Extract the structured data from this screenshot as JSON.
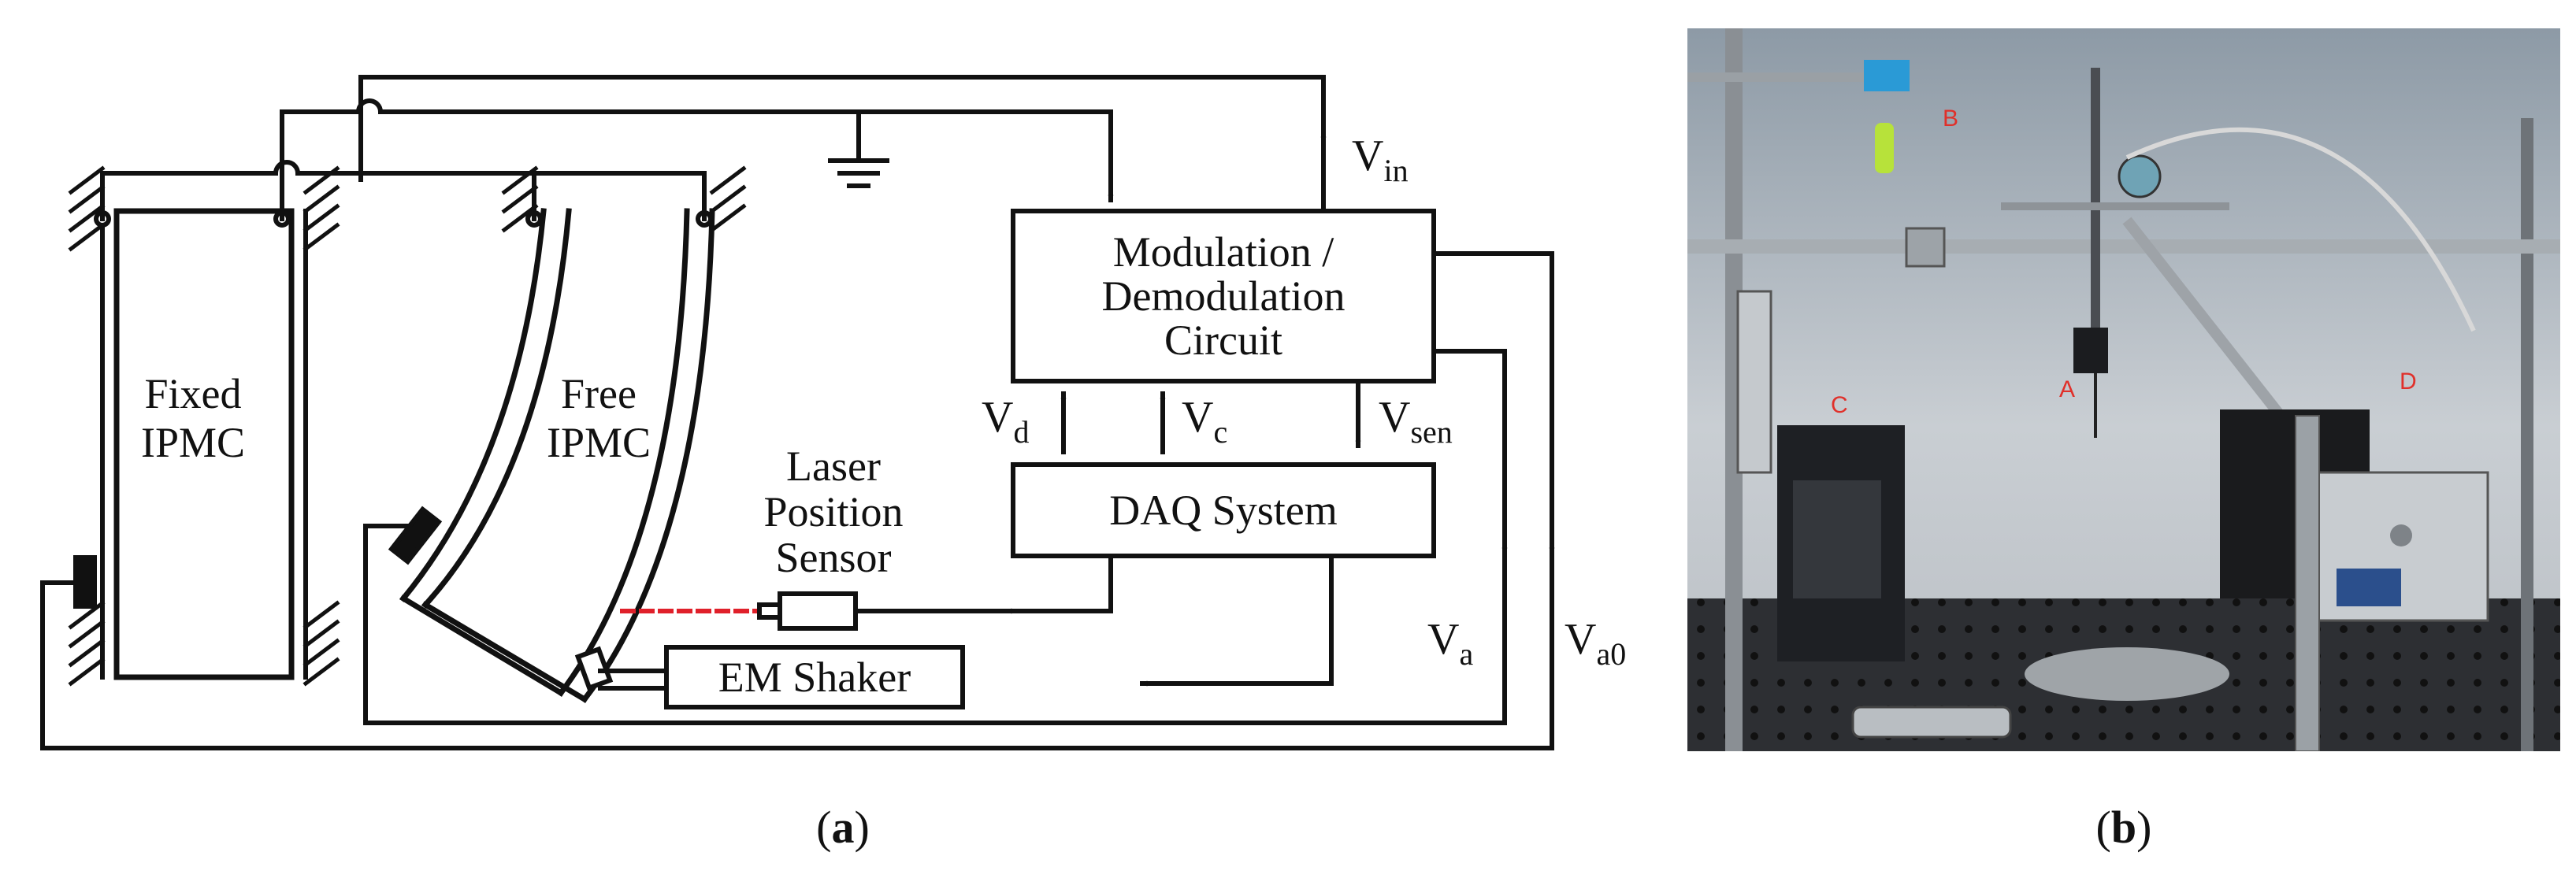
{
  "schematic": {
    "fixed_ipmc": [
      "Fixed",
      "IPMC"
    ],
    "free_ipmc": [
      "Free",
      "IPMC"
    ],
    "circuit": [
      "Modulation /",
      "Demodulation",
      "Circuit"
    ],
    "daq": "DAQ System",
    "laser": [
      "Laser",
      "Position",
      "Sensor"
    ],
    "shaker": "EM Shaker",
    "signals": {
      "v_in": {
        "base": "V",
        "sub": "in"
      },
      "v_d": {
        "base": "V",
        "sub": "d"
      },
      "v_c": {
        "base": "V",
        "sub": "c"
      },
      "v_sen": {
        "base": "V",
        "sub": "sen"
      },
      "v_a": {
        "base": "V",
        "sub": "a"
      },
      "v_a0": {
        "base": "V",
        "sub": "a0"
      }
    },
    "line_color": "#111111",
    "laser_beam_color": "#e0202a"
  },
  "photo": {
    "labels": {
      "a": "A",
      "b": "B",
      "c": "C",
      "d": "D"
    },
    "label_color": "#e0302a"
  },
  "captions": {
    "a": "a",
    "b": "b"
  }
}
